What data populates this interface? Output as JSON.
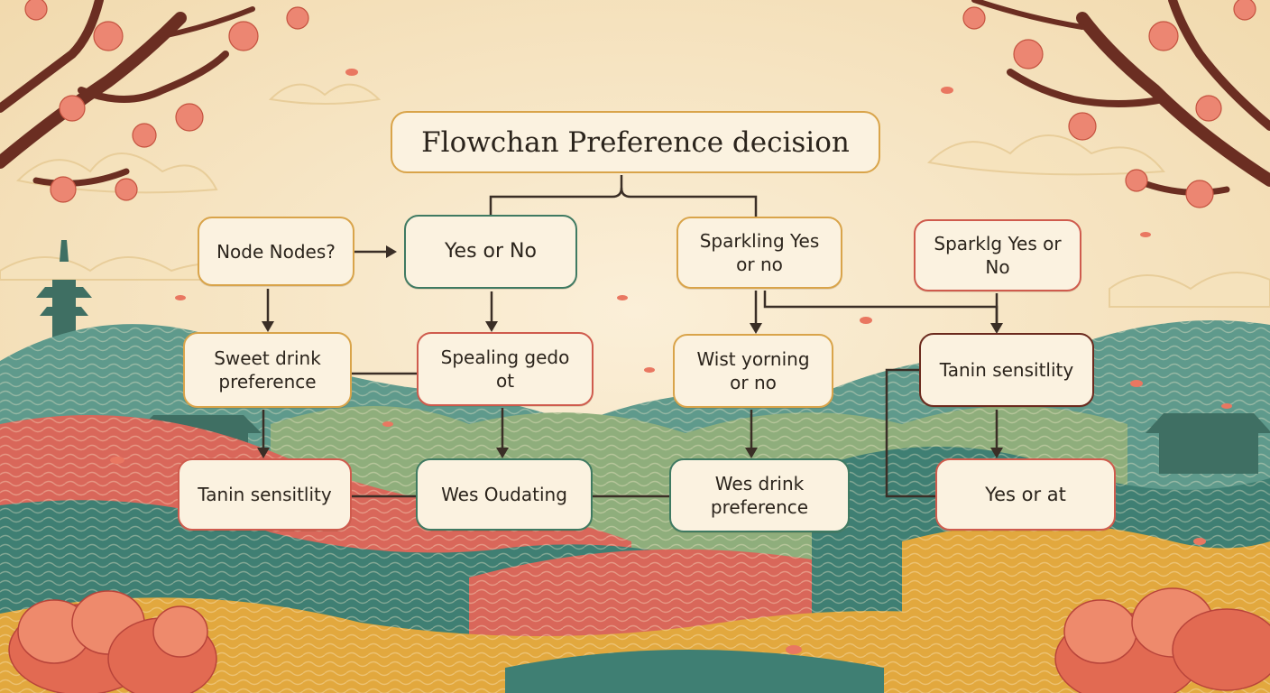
{
  "diagram": {
    "title": "Flowchan Preference decision",
    "nodes": {
      "node_nodes": "Node Nodes?",
      "yes_or_no_1": "Yes or No",
      "sparkling_yes_or_no": "Sparkling Yes or no",
      "sparklg_yes_or_no": "Sparklg Yes or No",
      "sweet_drink_preference": "Sweet drink preference",
      "spealing_gedo_ot": "Spealing gedo ot",
      "wist_yorning_or_no": "Wist yorning or no",
      "tanin_sensitlity_right": "Tanin sensitlity",
      "tanin_sensitlity_left": "Tanin sensitlity",
      "wes_oudating": "Wes Oudating",
      "wes_drink_preference": "Wes drink preference",
      "yes_or_at": "Yes or at"
    }
  },
  "colors": {
    "node_border_gold": "#d9a44a",
    "node_border_green": "#3f7a62",
    "node_border_red": "#cf5b4d",
    "node_border_brown": "#6b2a1e",
    "node_fill": "#fbf2e0",
    "arrow": "#3a2e26",
    "background_sky": "#f7ead0"
  }
}
